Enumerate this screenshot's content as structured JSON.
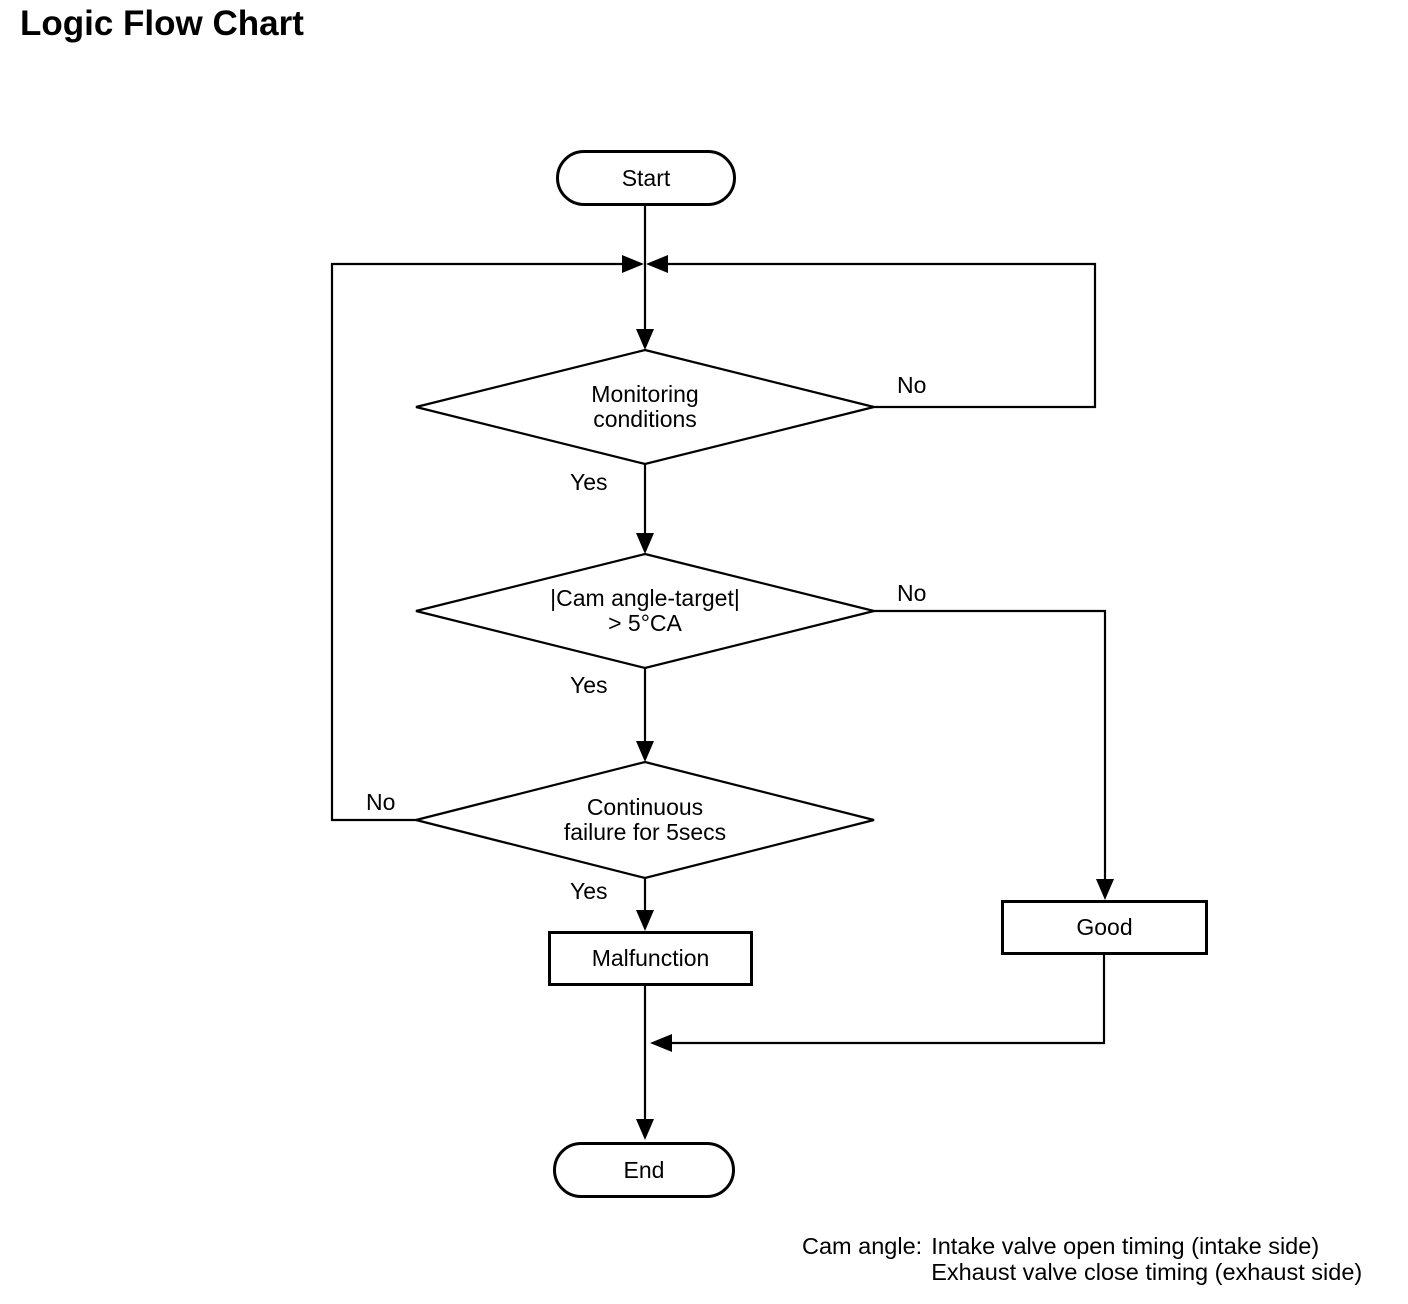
{
  "title": "Logic Flow Chart",
  "nodes": {
    "start": {
      "label": "Start"
    },
    "monitoring": {
      "line1": "Monitoring",
      "line2": "conditions"
    },
    "cam_angle": {
      "line1": "|Cam angle-target|",
      "line2": "> 5°CA"
    },
    "continuous": {
      "line1": "Continuous",
      "line2": "failure for 5secs"
    },
    "malfunction": {
      "label": "Malfunction"
    },
    "good": {
      "label": "Good"
    },
    "end": {
      "label": "End"
    }
  },
  "branch_labels": {
    "monitoring_no": "No",
    "monitoring_yes": "Yes",
    "cam_angle_no": "No",
    "cam_angle_yes": "Yes",
    "continuous_no": "No",
    "continuous_yes": "Yes"
  },
  "footer": {
    "prefix": "Cam angle:",
    "line1": "Intake valve open timing (intake side)",
    "line2": "Exhaust valve close timing (exhaust side)"
  },
  "colors": {
    "ink": "#000000",
    "background": "#ffffff"
  }
}
